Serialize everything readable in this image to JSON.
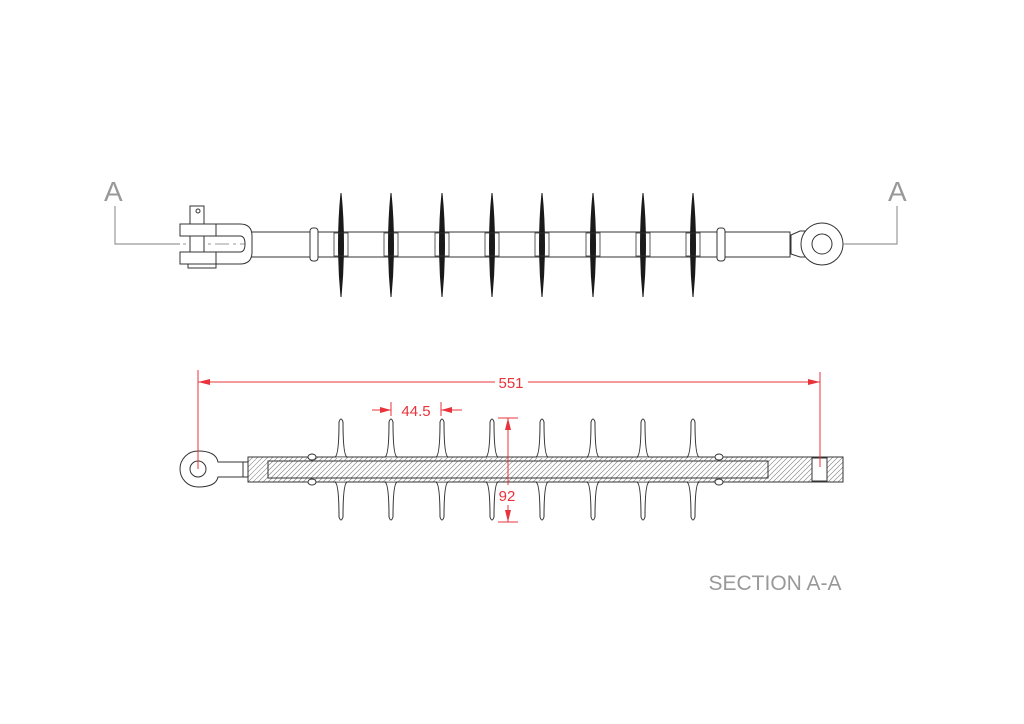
{
  "section_marks": {
    "left": "A",
    "right": "A"
  },
  "dimensions": {
    "overall_length": "551",
    "shed_spacing": "44.5",
    "shed_diameter": "92"
  },
  "section_title": "SECTION A-A",
  "shed_count": 8,
  "colors": {
    "dimension": "#e8333a",
    "outline": "#333333",
    "section_line": "#999999"
  }
}
